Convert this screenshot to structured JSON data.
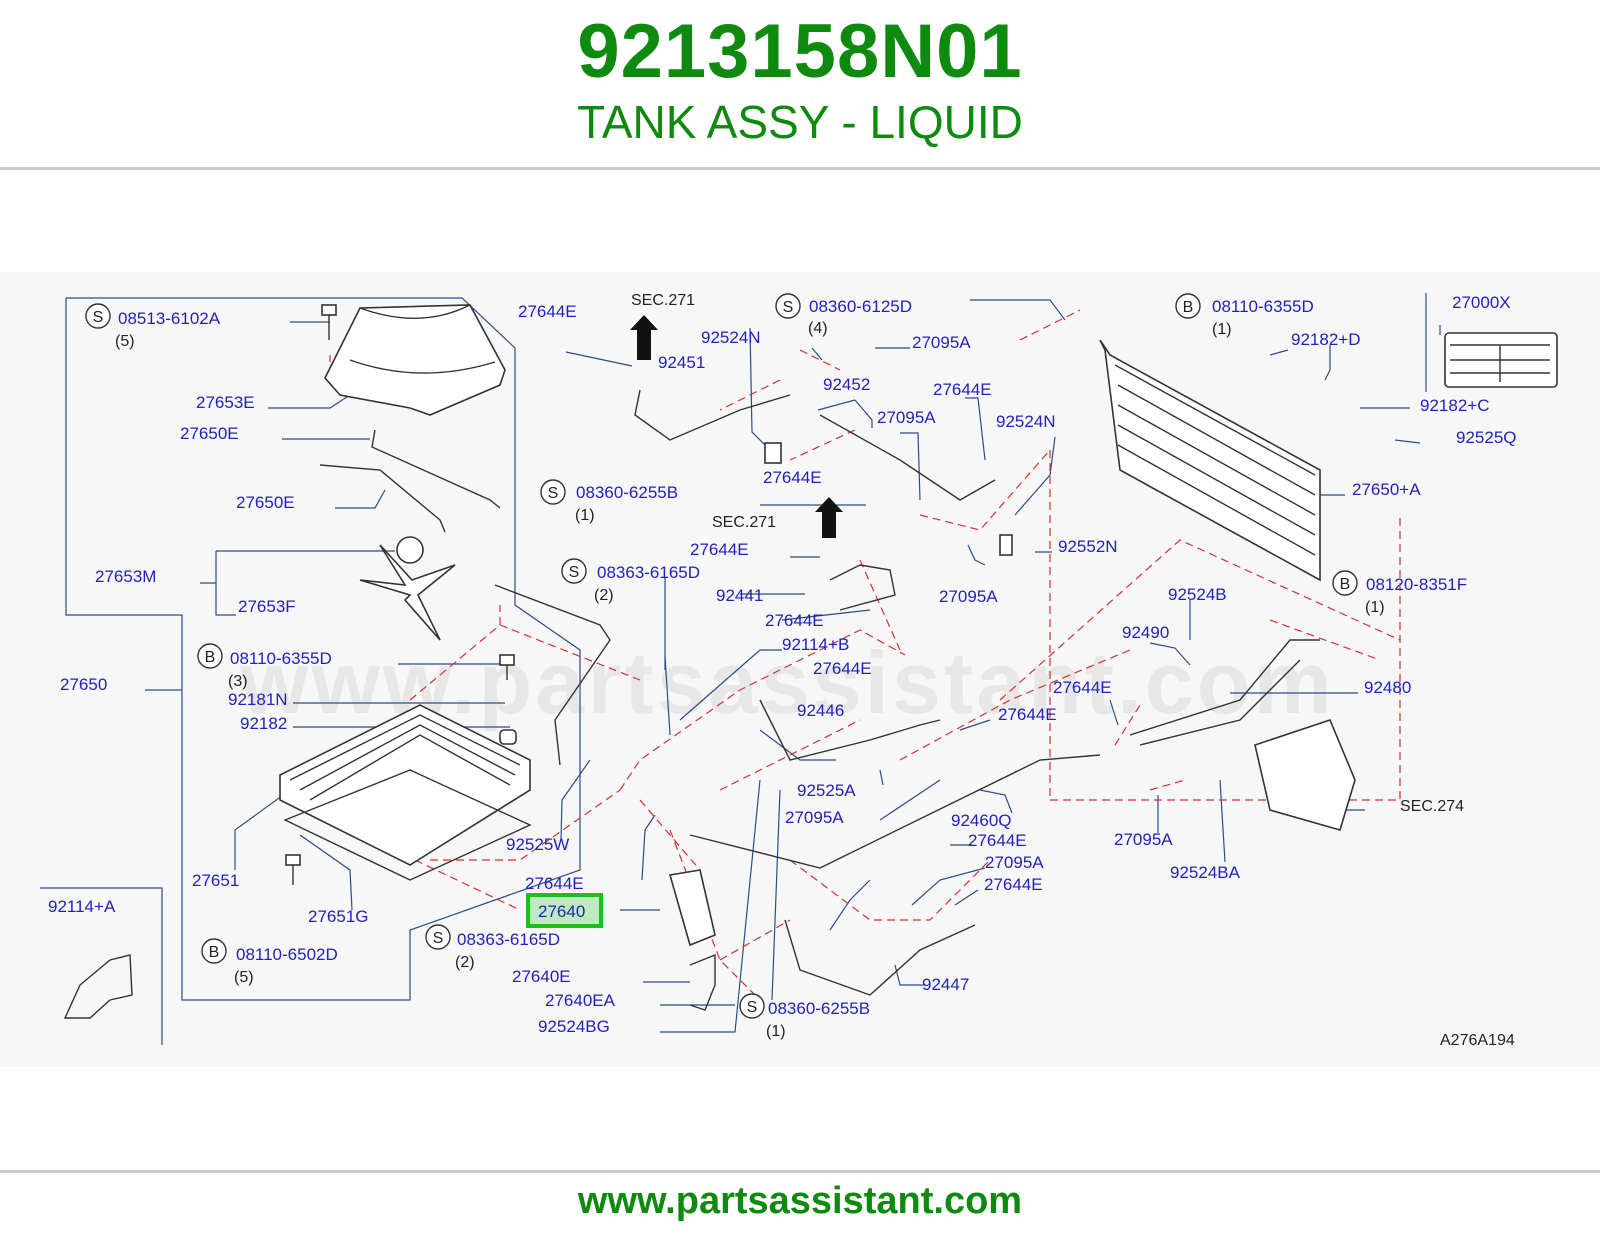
{
  "header": {
    "part_number": "9213158N01",
    "part_name": "TANK ASSY - LIQUID"
  },
  "diagram": {
    "code": "A276A194",
    "watermark": "www.partsassistant.com",
    "highlighted_label": "27640",
    "highlight_color": "#19c219",
    "label_color": "#2222bb",
    "dashed_line_color": "#d83030",
    "labels": [
      "08513-6102A",
      "(5)",
      "27653E",
      "27650E",
      "27650E",
      "27653M",
      "27653F",
      "27650",
      "08110-6355D",
      "(3)",
      "92181N",
      "92182",
      "27651",
      "27651G",
      "08110-6502D",
      "(5)",
      "92114+A",
      "27644E",
      "SEC.271",
      "92451",
      "92524N",
      "08360-6125D",
      "(4)",
      "27095A",
      "92452",
      "27644E",
      "27095A",
      "92524N",
      "27644E",
      "08360-6255B",
      "(1)",
      "SEC.271",
      "27644E",
      "92441",
      "27644E",
      "27095A",
      "92552N",
      "08363-6165D",
      "(2)",
      "92114+B",
      "27644E",
      "92446",
      "92525W",
      "27644E",
      "27640",
      "08363-6165D",
      "(2)",
      "27640E",
      "27640EA",
      "92524BG",
      "08360-6255B",
      "(1)",
      "92525A",
      "27095A",
      "92460Q",
      "27644E",
      "27095A",
      "27644E",
      "92447",
      "08110-6355D",
      "(1)",
      "27000X",
      "92182+D",
      "92182+C",
      "92525Q",
      "27650+A",
      "92524B",
      "08120-8351F",
      "(1)",
      "92490",
      "92480",
      "27644E",
      "27644E",
      "27095A",
      "92524BA",
      "SEC.274"
    ],
    "markers": [
      "S",
      "B",
      "S",
      "S",
      "B",
      "S",
      "B",
      "S",
      "S",
      "B",
      "B",
      "S",
      "S"
    ]
  },
  "footer": {
    "url": "www.partsassistant.com"
  }
}
